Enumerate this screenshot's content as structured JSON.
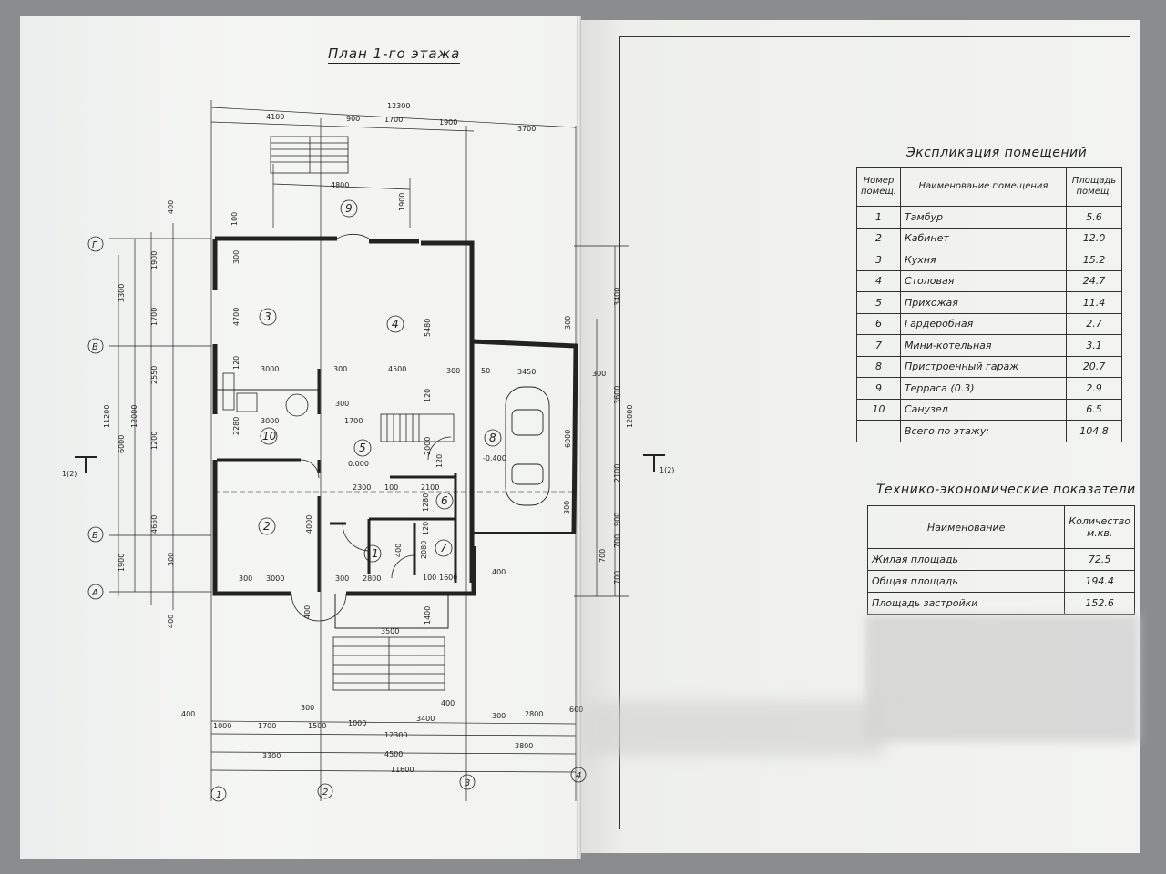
{
  "plan": {
    "title": "План 1-го этажа",
    "section_mark": "1(2)",
    "axes_rows": [
      "Г",
      "В",
      "Б",
      "А"
    ],
    "axes_cols": [
      "1",
      "2",
      "3",
      "4"
    ],
    "rooms": [
      "1",
      "2",
      "3",
      "4",
      "5",
      "6",
      "7",
      "8",
      "9",
      "10"
    ],
    "level_marks": [
      "0.000",
      "-0.400"
    ],
    "dims_top": [
      "12300",
      "4100",
      "900",
      "1700",
      "1900",
      "3700",
      "4800",
      "1900"
    ],
    "dims_bottom": [
      "400",
      "1000",
      "1700",
      "1500",
      "300",
      "1000",
      "3400",
      "400",
      "300",
      "2800",
      "600",
      "12300",
      "3300",
      "4500",
      "3800",
      "11600"
    ],
    "dims_left": [
      "400",
      "100",
      "1900",
      "3300",
      "1700",
      "4700",
      "300",
      "11200",
      "12000",
      "6000",
      "2550",
      "1200",
      "4650",
      "300",
      "1900",
      "400",
      "120",
      "2280"
    ],
    "dims_right": [
      "3400",
      "300",
      "3600",
      "12000",
      "6000",
      "2100",
      "900",
      "700",
      "700",
      "700",
      "400"
    ],
    "dims_inner": [
      "3000",
      "300",
      "4500",
      "300",
      "50",
      "3450",
      "300",
      "1700",
      "3000",
      "2300",
      "100",
      "2100",
      "1280",
      "300",
      "3000",
      "300",
      "2800",
      "100",
      "1600",
      "400",
      "3500",
      "400",
      "1400",
      "300",
      "5480",
      "120",
      "2000",
      "120",
      "4000",
      "2080",
      "300",
      "120"
    ]
  },
  "explication": {
    "title": "Экспликация помещений",
    "headers": [
      "Номер помещ.",
      "Наименование помещения",
      "Площадь помещ."
    ],
    "rows": [
      [
        "1",
        "Тамбур",
        "5.6"
      ],
      [
        "2",
        "Кабинет",
        "12.0"
      ],
      [
        "3",
        "Кухня",
        "15.2"
      ],
      [
        "4",
        "Столовая",
        "24.7"
      ],
      [
        "5",
        "Прихожая",
        "11.4"
      ],
      [
        "6",
        "Гардеробная",
        "2.7"
      ],
      [
        "7",
        "Мини-котельная",
        "3.1"
      ],
      [
        "8",
        "Пристроенный гараж",
        "20.7"
      ],
      [
        "9",
        "Терраса (0.3)",
        "2.9"
      ],
      [
        "10",
        "Санузел",
        "6.5"
      ]
    ],
    "total_label": "Всего по этажу:",
    "total_value": "104.8"
  },
  "tep": {
    "title": "Технико-экономические показатели",
    "headers": [
      "Наименование",
      "Количество м.кв."
    ],
    "rows": [
      [
        "Жилая площадь",
        "72.5"
      ],
      [
        "Общая площадь",
        "194.4"
      ],
      [
        "Площадь застройки",
        "152.6"
      ]
    ]
  },
  "colors": {
    "ink": "#222222",
    "paper": "#f4f5f3",
    "background": "#8b8c8e"
  }
}
